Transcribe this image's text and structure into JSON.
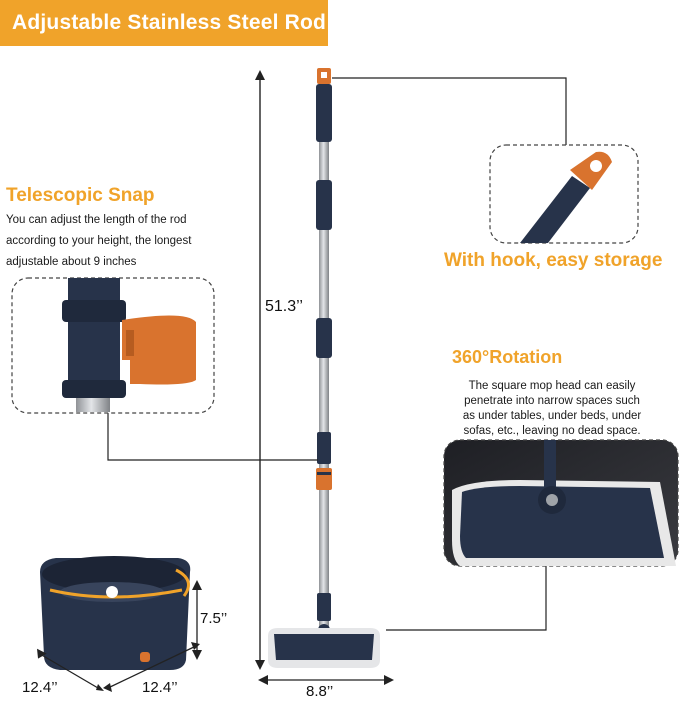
{
  "banner": {
    "title": "Adjustable Stainless Steel Rod"
  },
  "telescopic": {
    "title": "Telescopic Snap",
    "lines": [
      "You can adjust the length of the rod",
      "according to your height, the longest",
      "adjustable about 9 inches"
    ]
  },
  "hook": {
    "caption": "With hook, easy storage"
  },
  "rotation": {
    "title": "360°Rotation",
    "lines": [
      "The square mop head can easily",
      "penetrate into narrow spaces such",
      "as under tables, under beds, under",
      "sofas, etc., leaving no dead space."
    ]
  },
  "dimensions": {
    "rod_length": "51.3’’",
    "bucket_height": "7.5’’",
    "bucket_width": "12.4’’",
    "bucket_depth": "12.4’’",
    "mop_width": "8.8’’"
  },
  "colors": {
    "accent": "#f0a32a",
    "navy": "#27334a",
    "orange_clip": "#d9732e",
    "steel": "#b9bcc0"
  }
}
